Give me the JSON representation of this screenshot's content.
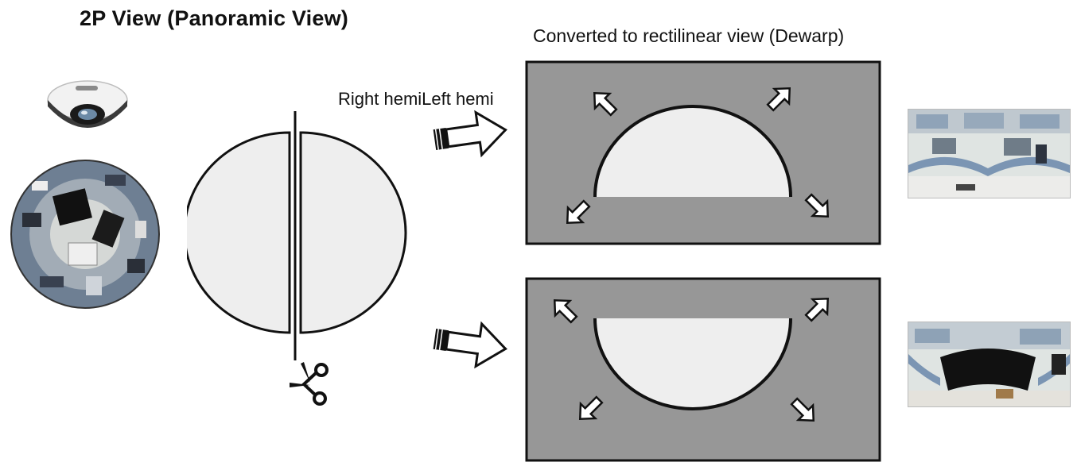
{
  "header": {
    "title": "2P View (Panoramic View)",
    "subtitle": "Converted to rectilinear view (Dewarp)"
  },
  "labels": {
    "right_hemi": "Right hemi",
    "left_hemi": "Left hemi"
  },
  "colors": {
    "panel_gray": "#979797",
    "hemisphere_fill": "#eeeeee",
    "stroke": "#111111"
  },
  "icons": {
    "cut": "scissors-icon",
    "convert": "arrow-right-icon",
    "expand": "diagonal-arrow-icon"
  }
}
